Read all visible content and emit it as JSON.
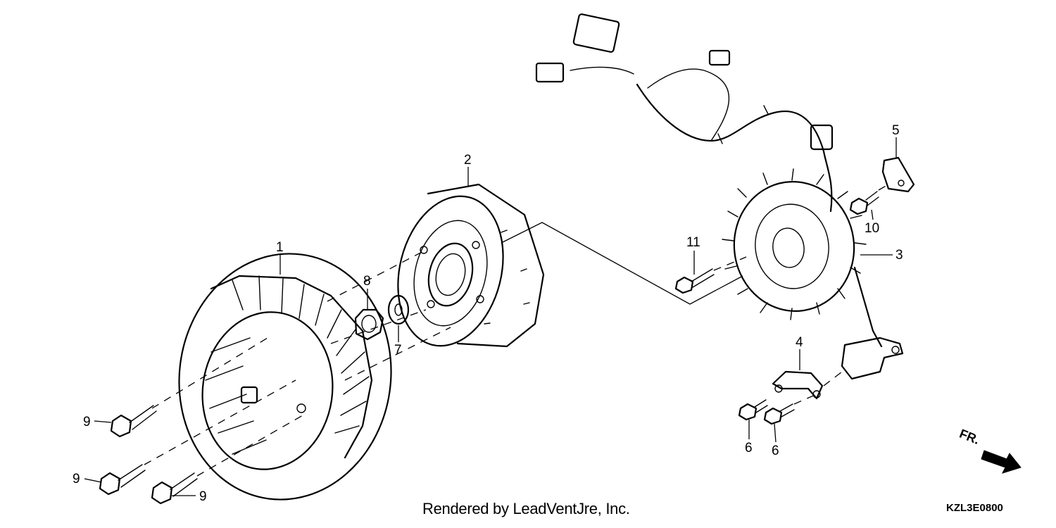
{
  "callouts": {
    "c1": "1",
    "c2": "2",
    "c3": "3",
    "c4": "4",
    "c5": "5",
    "c6a": "6",
    "c6b": "6",
    "c7": "7",
    "c8": "8",
    "c9a": "9",
    "c9b": "9",
    "c9c": "9",
    "c10": "10",
    "c11": "11"
  },
  "front_marker": "FR.",
  "credit": "Rendered by LeadVentJre, Inc.",
  "diagram_code": "KZL3E0800"
}
